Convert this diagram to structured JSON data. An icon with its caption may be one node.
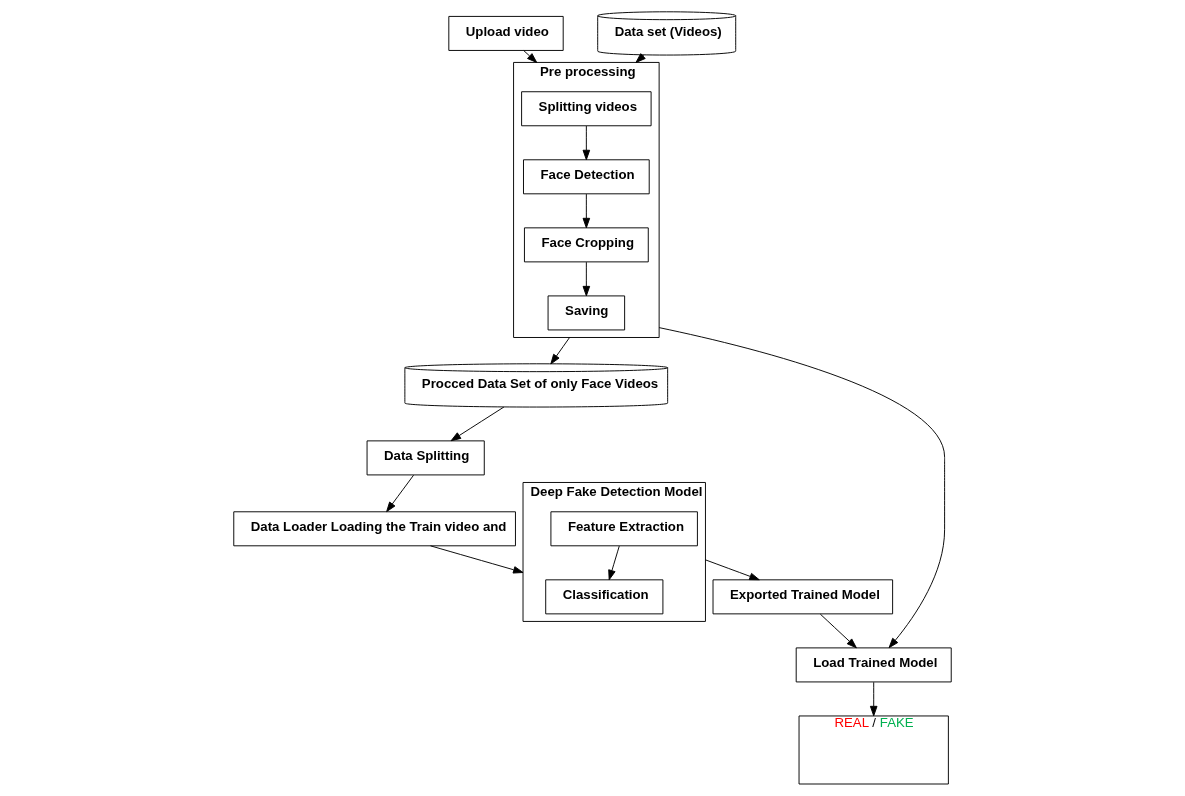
{
  "diagram": {
    "nodes": [
      {
        "text": [
          "Upload video"
        ]
      },
      {
        "text": [
          "Data set (Videos)"
        ]
      },
      {
        "text": [
          "Pre processing"
        ]
      },
      {
        "text": [
          "Splitting videos"
        ],
        "in": 2
      },
      {
        "text": [
          "Face Detection"
        ],
        "in": 2
      },
      {
        "text": [
          "Face Cropping"
        ],
        "in": 2
      },
      {
        "text": [
          "Saving"
        ],
        "in": 2
      },
      {
        "text": [
          "Procced Data Set of only Face Videos"
        ]
      },
      {
        "text": [
          "Data Splitting"
        ]
      },
      {
        "text": [
          "Data Loader Loading the Train video and"
        ]
      },
      {
        "text": [
          "Deep Fake Detection Model"
        ]
      },
      {
        "text": [
          "Classification"
        ],
        "in": 10
      },
      {
        "text": [
          "Feature Extraction"
        ],
        "in": 10
      },
      {
        "text": [
          "Exported Trained Model"
        ]
      },
      {
        "text": [
          "Load Trained Model"
        ]
      },
      {
        "text": [
          "REAL / FAKE"
        ]
      }
    ],
    "edges": [
      {
        "from": 0,
        "to": 2,
        "arrow": "to"
      },
      {
        "from": 1,
        "to": 2,
        "arrow": "to"
      },
      {
        "from": 3,
        "to": 4,
        "arrow": "to"
      },
      {
        "from": 4,
        "to": 5,
        "arrow": "to"
      },
      {
        "from": 5,
        "to": 6,
        "arrow": "to"
      },
      {
        "from": 2,
        "to": 7,
        "arrow": "to"
      },
      {
        "from": 7,
        "to": 8,
        "arrow": "to"
      },
      {
        "from": 8,
        "to": 9,
        "arrow": "to"
      },
      {
        "from": 9,
        "to": 10,
        "arrow": "to"
      },
      {
        "from": 12,
        "to": 11,
        "arrow": "to"
      },
      {
        "from": 10,
        "to": 13,
        "arrow": "to"
      },
      {
        "from": 13,
        "to": 14,
        "arrow": "to"
      },
      {
        "from": 2,
        "to": 14,
        "arrow": "to"
      },
      {
        "from": 14,
        "to": 15,
        "arrow": "to"
      }
    ]
  }
}
